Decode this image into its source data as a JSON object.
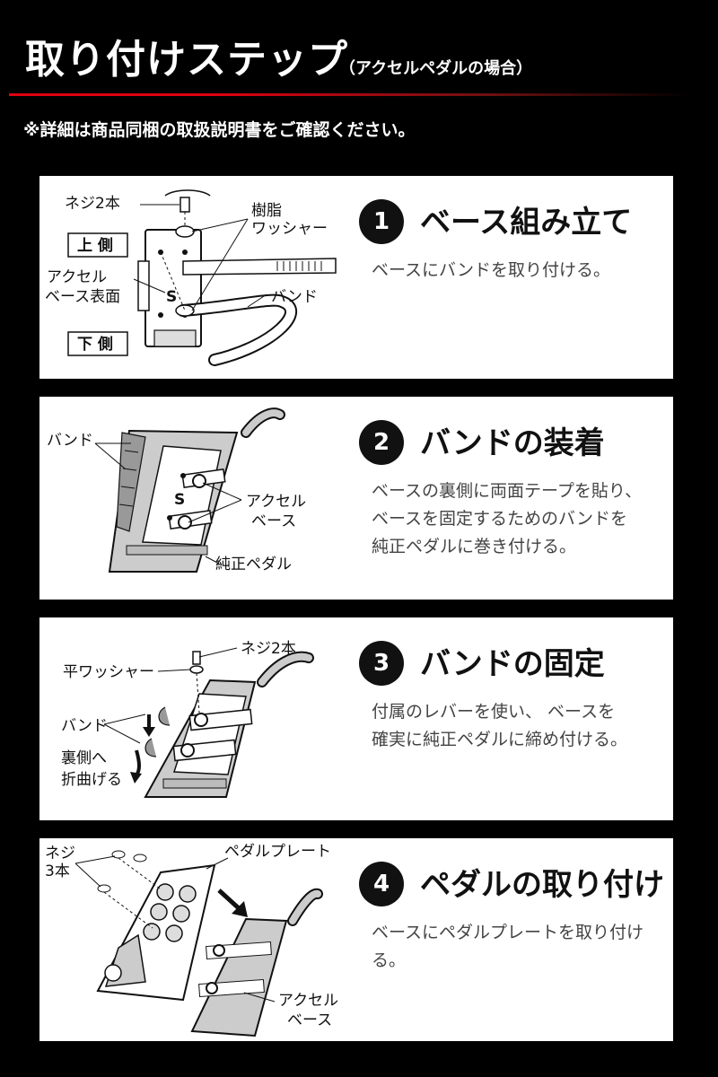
{
  "header": {
    "title": "取り付けステップ",
    "subtitle": "（アクセルペダルの場合）",
    "note": "※詳細は商品同梱の取扱説明書をご確認ください。"
  },
  "steps": [
    {
      "number": "1",
      "title": "ベース組み立て",
      "description": "ベースにバンドを取り付ける。",
      "labels": {
        "screws": "ネジ2本",
        "washer_line1": "樹脂",
        "washer_line2": "ワッシャー",
        "upper": "上 側",
        "base_line1": "アクセル",
        "base_line2": "ベース表面",
        "band": "バンド",
        "lower": "下 側"
      }
    },
    {
      "number": "2",
      "title": "バンドの装着",
      "description": "ベースの裏側に両面テープを貼り、\nベースを固定するためのバンドを\n純正ペダルに巻き付ける。",
      "labels": {
        "band": "バンド",
        "base_line1": "アクセル",
        "base_line2": "ベース",
        "pedal": "純正ペダル"
      }
    },
    {
      "number": "3",
      "title": "バンドの固定",
      "description": "付属のレバーを使い、 ベースを\n確実に純正ペダルに締め付ける。",
      "labels": {
        "screws": "ネジ2本",
        "washer": "平ワッシャー",
        "band": "バンド",
        "fold_line1": "裏側へ",
        "fold_line2": "折曲げる"
      }
    },
    {
      "number": "4",
      "title": "ペダルの取り付け",
      "description": "ベースにペダルプレートを取り付ける。",
      "labels": {
        "screws_line1": "ネジ",
        "screws_line2": "3本",
        "plate": "ペダルプレート",
        "base_line1": "アクセル",
        "base_line2": "ベース"
      }
    }
  ]
}
